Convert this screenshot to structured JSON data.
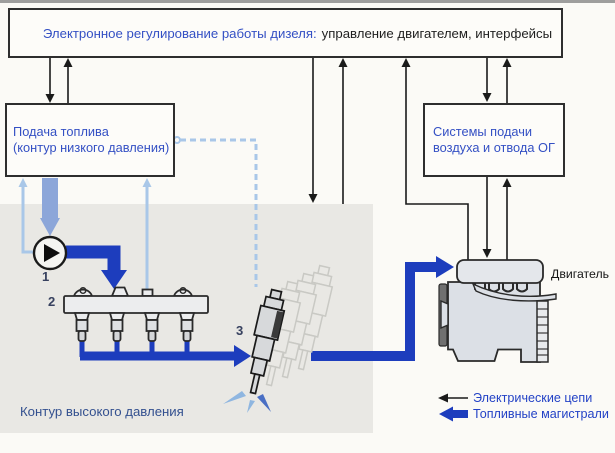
{
  "figure_type": "block-diagram",
  "ecu_box": {
    "highlight": "Электронное регулирование работы дизеля:",
    "rest": "управление двигателем, интерфейсы"
  },
  "fuel_supply_box": {
    "line1": "Подача топлива",
    "line2": "(контур низкого давления)"
  },
  "air_exhaust_box": {
    "line1": "Системы подачи",
    "line2": "воздуха и отвода ОГ"
  },
  "engine_label": "Двигатель",
  "high_pressure_label": "Контур высокого давления",
  "legend": {
    "electric": "Электрические цепи",
    "fuel": "Топливные магистрали"
  },
  "part_numbers": {
    "pump": "1",
    "rail": "2",
    "injector": "3"
  },
  "colors": {
    "accent_text_blue": "#3450c4",
    "fuel_line_blue": "#1d3dbd",
    "light_return_blue": "#a9c7e8",
    "supply_arrow_blue": "#8ca6d9",
    "electric_line_black": "#1a1a1a",
    "gray_region": "#e9e8e4",
    "navy_label": "#33508f"
  }
}
